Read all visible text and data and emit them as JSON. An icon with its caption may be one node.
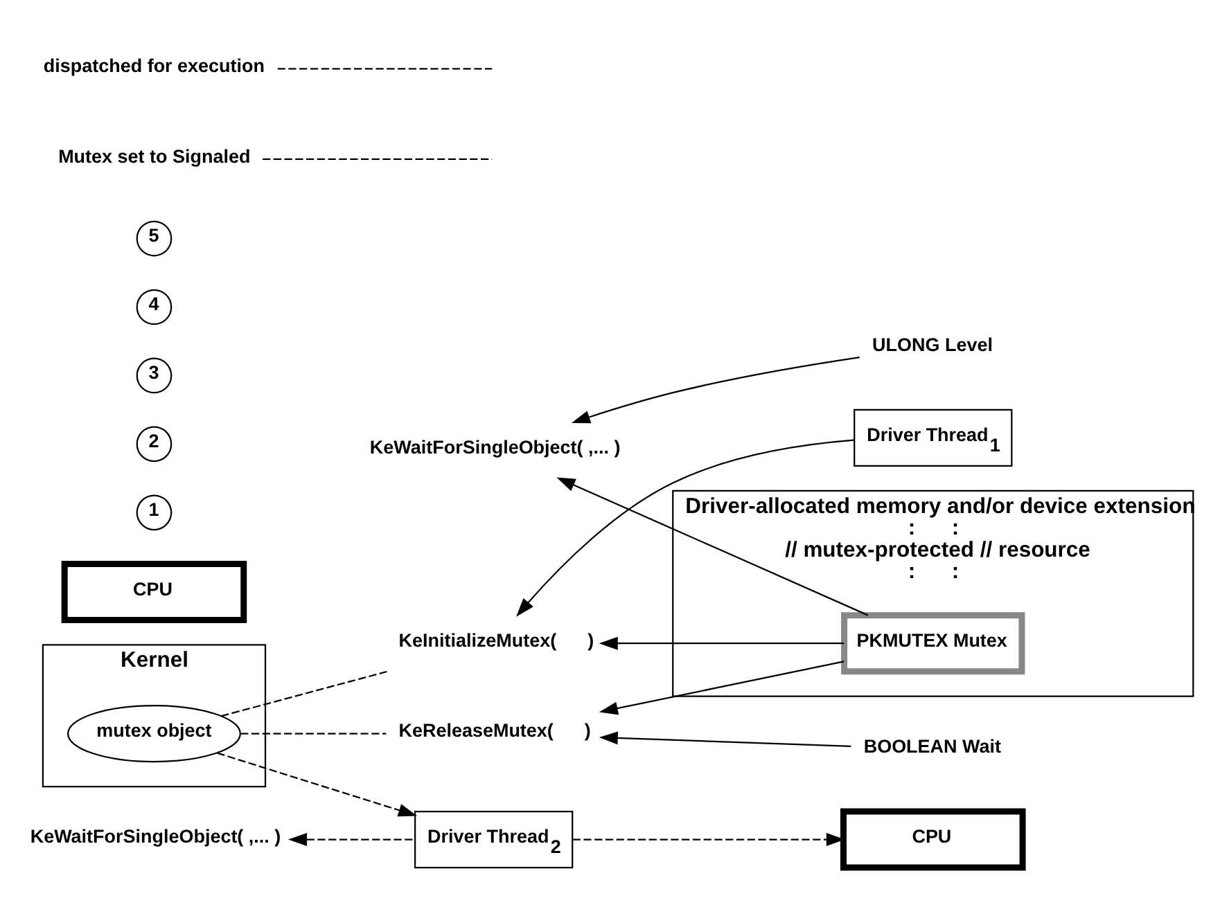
{
  "diagram": {
    "nodes": [
      {
        "text": [
          "Kernel"
        ]
      },
      {
        "text": [
          "mutex object"
        ],
        "in": 0
      },
      {
        "text": [
          "KeInitializeMutex(      )"
        ]
      },
      {
        "text": [
          "KeWaitForSingleObject( ,... )"
        ]
      },
      {
        "text": [
          "KeWaitForSingleObject( ,... )"
        ]
      },
      {
        "text": [
          "KeReleaseMutex(      )"
        ]
      },
      {
        "text": [
          "Driver-allocated memory and/or device extension",
          ":      :",
          "// mutex-protected // resource",
          ":      :"
        ]
      },
      {
        "text": [
          "PKMUTEX Mutex"
        ],
        "in": 6
      },
      {
        "text": [
          "ULONG Level"
        ]
      },
      {
        "text": [
          "BOOLEAN Wait"
        ]
      },
      {
        "text": [
          "Driver Thread$_{1}$"
        ]
      },
      {
        "text": [
          "CPU"
        ]
      },
      {
        "text": [
          "Driver Thread$_{2}$"
        ]
      },
      {
        "text": [
          "CPU"
        ]
      },
      {
        "text": [
          "1"
        ]
      },
      {
        "text": [
          "2"
        ]
      },
      {
        "text": [
          "3"
        ]
      },
      {
        "text": [
          "4"
        ]
      },
      {
        "text": [
          "5"
        ]
      },
      {
        "text": [
          "Mutex set to Signaled"
        ]
      },
      {
        "text": [
          "dispatched for execution"
        ]
      }
    ],
    "edges": [
      {
        "from": 1,
        "to": 2,
        "arrow": "none",
        "style": "dashed"
      },
      {
        "from": 1,
        "to": 5,
        "arrow": "none",
        "style": "dashed"
      },
      {
        "from": 1,
        "to": 12,
        "arrow": "to",
        "style": "dashed"
      },
      {
        "from": 7,
        "to": 2,
        "arrow": "to"
      },
      {
        "from": 7,
        "to": 3,
        "arrow": "to"
      },
      {
        "from": 7,
        "to": 5,
        "arrow": "to"
      },
      {
        "from": 8,
        "to": 3,
        "arrow": "to"
      },
      {
        "from": 9,
        "to": 5,
        "arrow": "to"
      },
      {
        "from": 10,
        "to": 2,
        "arrow": "to"
      },
      {
        "from": 12,
        "to": 4,
        "arrow": "to",
        "style": "dashed"
      },
      {
        "from": 12,
        "to": 13,
        "arrow": "to",
        "style": "dashed"
      },
      {
        "from": 19,
        "to": null,
        "arrow": "none",
        "style": "dashed"
      },
      {
        "from": 20,
        "to": null,
        "arrow": "none",
        "style": "dashed"
      }
    ]
  }
}
